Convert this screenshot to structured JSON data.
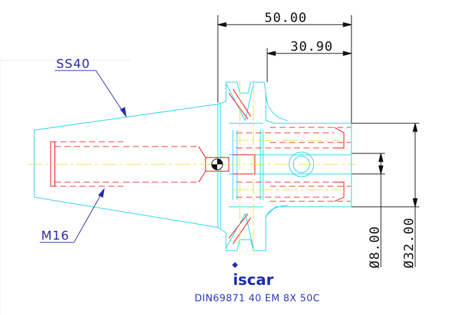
{
  "drawing": {
    "dimensions": {
      "overall_length": "50.00",
      "gauge_length": "30.90",
      "bore_diameter": "Ø8.00",
      "body_diameter": "Ø32.00"
    },
    "callouts": {
      "taper": "SS40",
      "thread": "M16"
    },
    "logo": "iscar",
    "designation": "DIN69871 40 EM 8X 50C"
  },
  "colors": {
    "outline": "#22d3ee",
    "hidden": "#f03030",
    "centerline": "#e8e04a",
    "dimension": "#111111",
    "callout": "#2a2ab0"
  }
}
